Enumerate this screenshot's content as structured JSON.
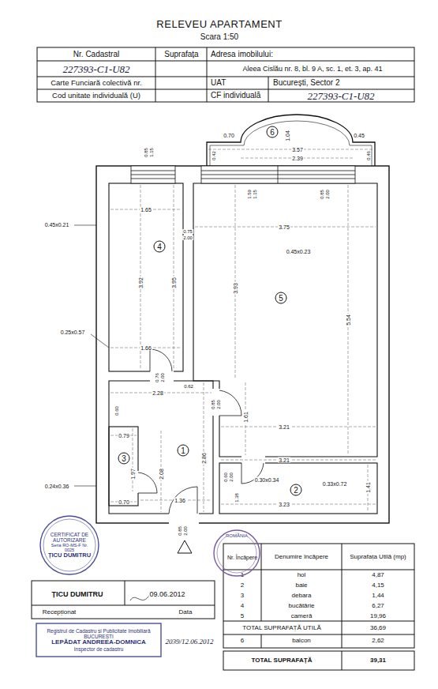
{
  "diagram": {
    "title": "RELEVEU APARTAMENT",
    "nodes": [
      {
        "text": [
          "6"
        ]
      },
      {
        "text": [
          "4"
        ]
      },
      {
        "text": [
          "5"
        ]
      },
      {
        "text": [
          "1"
        ]
      },
      {
        "text": [
          "3"
        ]
      },
      {
        "text": [
          "2"
        ]
      },
      {
        "text": [
          "CERTIFICAT DE AUTORIZARE",
          "Seria RO-MS-F Nr. 0025",
          "ȚICU DUMITRU"
        ]
      },
      {
        "text": [
          "ROMÂNIA"
        ]
      },
      {
        "text": [
          "Registrul de Cadastru și Publicitate Imobiliară BUCUREȘTI",
          "LEPĂDAT ANDREEA-DOMNICA",
          "Inspector de cadastru"
        ]
      }
    ],
    "labels": [
      "Scara 1:50",
      "Nr. Cadastral",
      "Suprafața",
      "Adresa imobilului:",
      "227393-C1-U82",
      "Aleea Cislău nr. 8, bl. 9 A, sc. 1, et. 3, ap. 41",
      "Carte Funciară colectivă nr.",
      "UAT",
      "București, Sector 2",
      "Cod unitate individuală (U)",
      "CF individuală",
      "227393-C1-U82",
      "0.70",
      "0.45",
      "3.57",
      "2.39",
      "1.04",
      "0.42",
      "0.46",
      "0.85",
      "1.15",
      "1.59",
      "1.15",
      "0.85",
      "2.00",
      "0.45x0.21",
      "1.65",
      "0.75",
      "2.00",
      "3.75",
      "0.45x0.23",
      "3.92",
      "3.95",
      "3.93",
      "5.54",
      "0.25x0.57",
      "1.66",
      "0.76",
      "2.00",
      "0.62",
      "2.28",
      "0.60",
      "0.85",
      "2.00",
      "1.61",
      "3.21",
      "0.79",
      "2.86",
      "3.21",
      "2.08",
      "1.97",
      "1.41",
      "0.24x0.36",
      "0.60",
      "2.00",
      "1.38",
      "0.30x0.34",
      "0.33x0.72",
      "0.70",
      "1.36",
      "3.23",
      "0.85",
      "2.00",
      "ȚICU DUMITRU",
      "09.06.2012",
      "Recepționat",
      "Data",
      "2039/12.06.2012",
      "Nr. Încăpere",
      "Denumire încăpere",
      "Suprafața Utilă (mp)",
      "1",
      "hol",
      "4,87",
      "2",
      "baie",
      "4,15",
      "3",
      "debara",
      "1,44",
      "4",
      "bucătărie",
      "6,27",
      "5",
      "cameră",
      "19,96",
      "TOTAL SUPRAFAȚĂ UTILĂ",
      "36,69",
      "6",
      "balcon",
      "2,62",
      "TOTAL SUPRAFAȚĂ",
      "39,31"
    ]
  }
}
